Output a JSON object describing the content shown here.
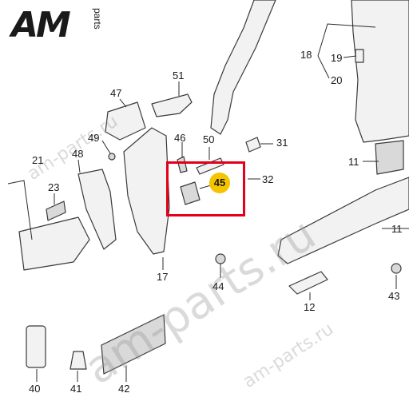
{
  "logo": {
    "main": "AM",
    "sub": "parts"
  },
  "watermarks": [
    "am-parts.ru",
    "am-parts.ru",
    "am-parts.ru"
  ],
  "highlight": {
    "label": "45",
    "color": "#f4c400",
    "box_color": "#e2001a"
  },
  "callouts": [
    "51",
    "47",
    "49",
    "46",
    "50",
    "31",
    "48",
    "21",
    "23",
    "45",
    "32",
    "17",
    "44",
    "18",
    "19",
    "20",
    "11",
    "11",
    "12",
    "43",
    "40",
    "41",
    "42"
  ]
}
